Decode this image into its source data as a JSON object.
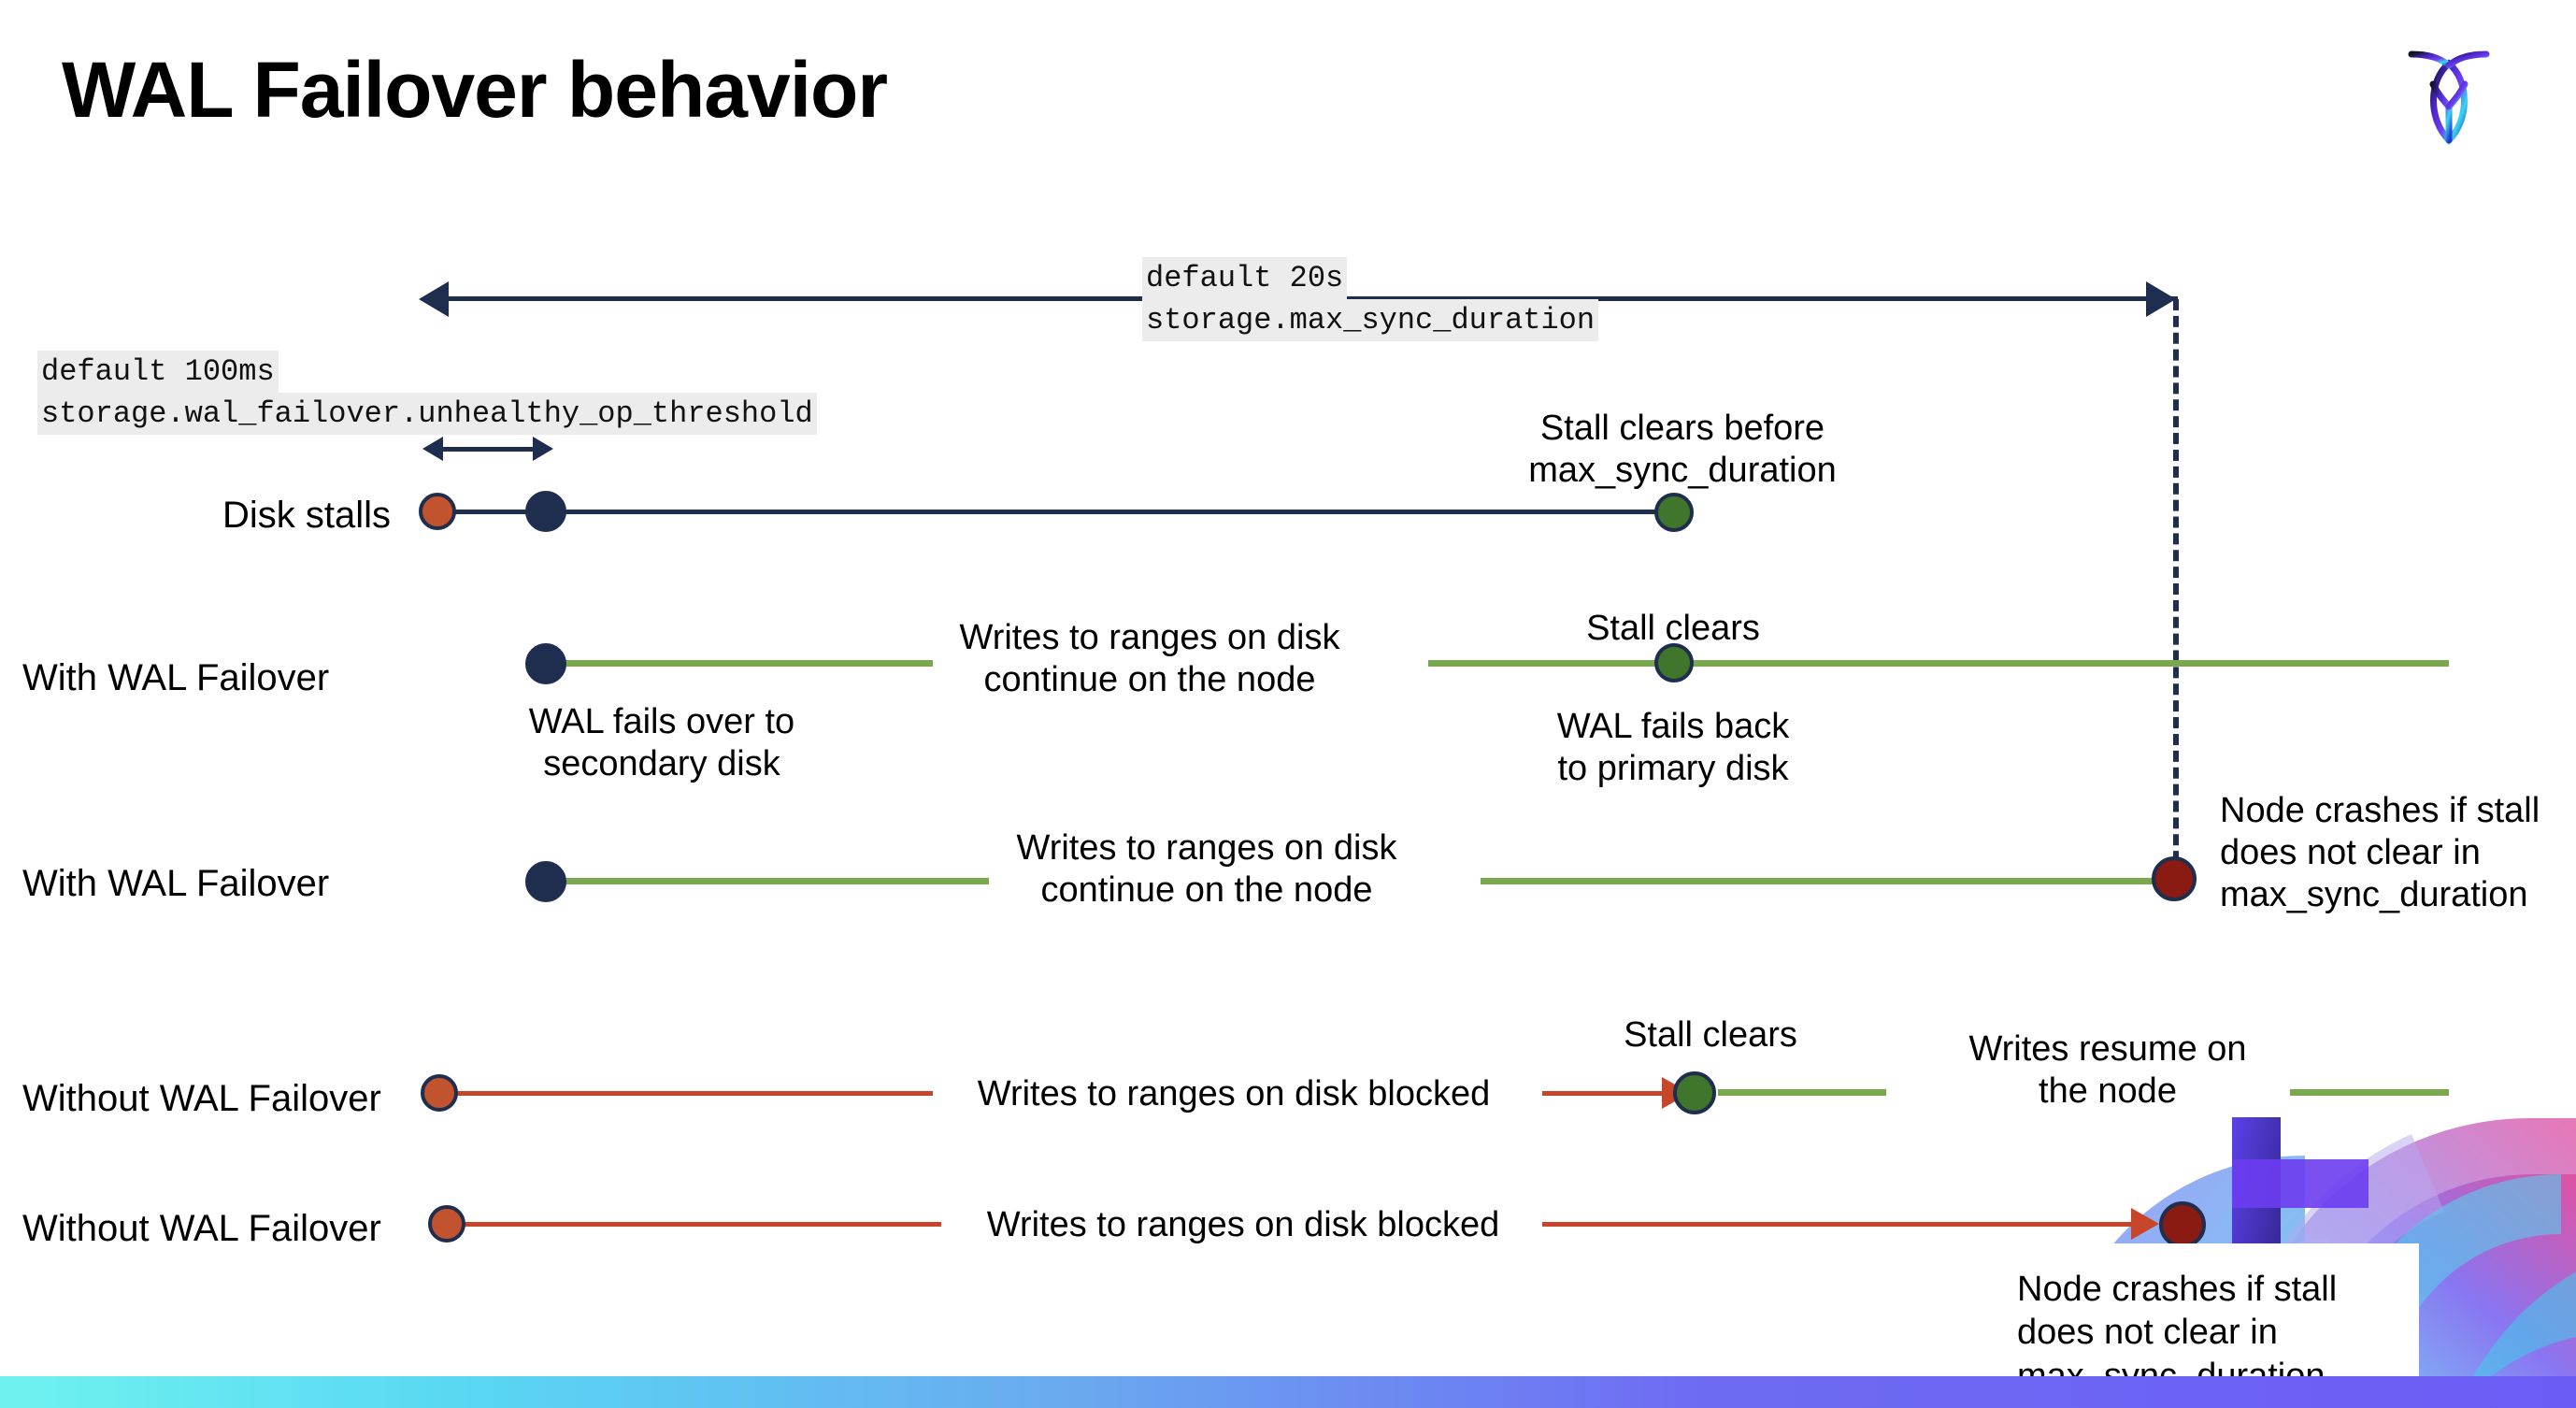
{
  "slide": {
    "title": "WAL Failover behavior",
    "logo_name": "cockroachdb-logo"
  },
  "settings": {
    "max_sync": {
      "default_line": "default 20s",
      "setting_line": "storage.max_sync_duration"
    },
    "unhealthy_op": {
      "default_line": "default 100ms",
      "setting_line": "storage.wal_failover.unhealthy_op_threshold"
    }
  },
  "rows": {
    "disk_stalls": {
      "label": "Disk stalls",
      "annotation": "Stall clears before\nmax_sync_duration"
    },
    "with_failover_1": {
      "label": "With WAL Failover",
      "start_note": "WAL fails over to\nsecondary disk",
      "mid_note": "Writes to ranges on disk\ncontinue on the node",
      "clear_note": "Stall clears",
      "back_note": "WAL fails  back\nto primary disk"
    },
    "with_failover_2": {
      "label": "With WAL Failover",
      "mid_note": "Writes to ranges on disk\ncontinue on the node",
      "crash_note": "Node crashes if stall\ndoes not clear in\nmax_sync_duration"
    },
    "without_failover_1": {
      "label": "Without WAL Failover",
      "blocked_note": "Writes to ranges on disk  blocked",
      "clear_note": "Stall clears",
      "resume_note": "Writes resume on\nthe node"
    },
    "without_failover_2": {
      "label": "Without WAL Failover",
      "blocked_note": "Writes to ranges on disk  blocked",
      "crash_note": "Node crashes if stall\ndoes not clear in\nmax_sync_duration"
    }
  },
  "colors": {
    "navy": "#1f2d4e",
    "green_line": "#7aa84f",
    "green_dot": "#40762c",
    "red_line": "#c7462a",
    "red_dot": "#c1532f",
    "dark_red_dot": "#8a1b12",
    "code_chip_bg": "#ececec",
    "bar_gradient_start": "#6ff2ef",
    "bar_gradient_end": "#6b5cf5"
  }
}
